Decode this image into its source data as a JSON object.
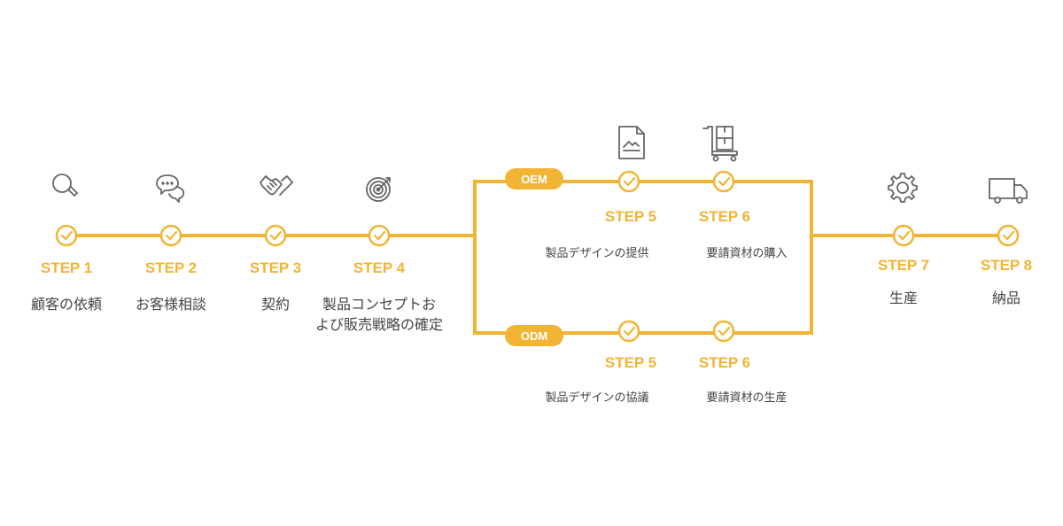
{
  "colors": {
    "accent": "#f2b434",
    "icon": "#666666",
    "text": "#444444"
  },
  "main_steps_before": [
    {
      "step": "STEP 1",
      "desc": [
        "顧客の依頼"
      ],
      "icon": "search-icon"
    },
    {
      "step": "STEP 2",
      "desc": [
        "お客様相談"
      ],
      "icon": "chat-bubbles-icon"
    },
    {
      "step": "STEP 3",
      "desc": [
        "契約"
      ],
      "icon": "handshake-icon"
    },
    {
      "step": "STEP 4",
      "desc": [
        "製品コンセプトお",
        "よび販売戦略の確定"
      ],
      "icon": "target-icon"
    }
  ],
  "branches": [
    {
      "badge": "OEM",
      "steps": [
        {
          "step": "STEP 5",
          "desc": "製品デザインの提供",
          "icon": "design-document-icon"
        },
        {
          "step": "STEP 6",
          "desc": "要請資材の購入",
          "icon": "hand-truck-icon"
        }
      ]
    },
    {
      "badge": "ODM",
      "steps": [
        {
          "step": "STEP 5",
          "desc": "製品デザインの協議"
        },
        {
          "step": "STEP 6",
          "desc": "要請資材の生産"
        }
      ]
    }
  ],
  "main_steps_after": [
    {
      "step": "STEP 7",
      "desc": [
        "生産"
      ],
      "icon": "gear-icon"
    },
    {
      "step": "STEP 8",
      "desc": [
        "納品"
      ],
      "icon": "delivery-truck-icon"
    }
  ]
}
